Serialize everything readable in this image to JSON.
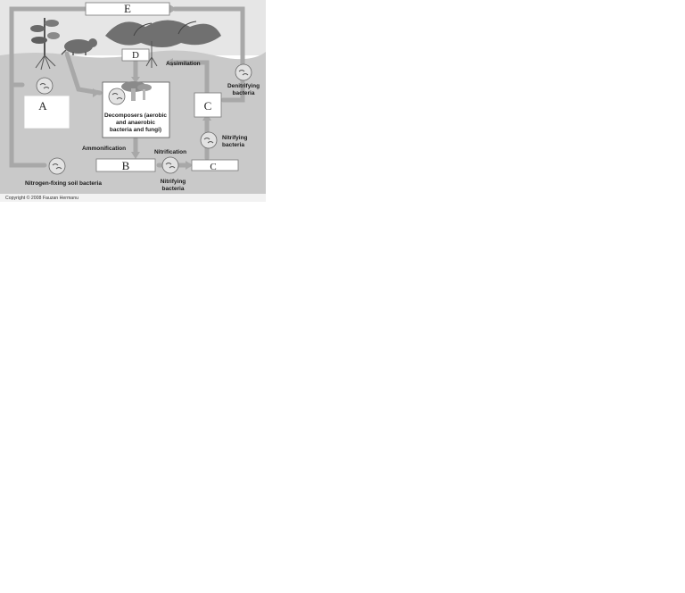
{
  "diagram": {
    "box_labels": {
      "e": "E",
      "d": "D",
      "a": "A",
      "c_upper": "C",
      "b": "B",
      "c_lower": "C"
    },
    "labels": {
      "assimilation": "Assimilation",
      "denitrifying": [
        "Denitrifying",
        "bacteria"
      ],
      "decomposers": [
        "Decomposers (aerobic",
        "and anaerobic",
        "bacteria and fungi)"
      ],
      "ammonification": "Ammonification",
      "nitrification": "Nitrification",
      "nitrifying_lower": [
        "Nitrifying",
        "bacteria"
      ],
      "nitrifying_right": [
        "Nitrifying",
        "bacteria"
      ],
      "nitrogen_fixing": "Nitrogen-fixing soil bacteria"
    },
    "copyright": "Copyright © 2008 Fauzan Hermanu"
  }
}
